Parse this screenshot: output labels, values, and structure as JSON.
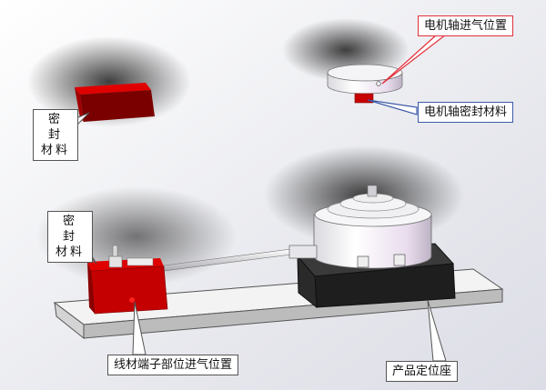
{
  "diagram": {
    "subject": "Motor airtightness test fixture (CAD rendering)",
    "callouts": {
      "motor_shaft_air_inlet": "电机轴进气位置",
      "motor_shaft_seal": "电机轴密封材料",
      "seal_top_left_line1": "密 封",
      "seal_top_left_line2": "材料",
      "seal_left_line1": "密 封",
      "seal_left_line2": "材料",
      "terminal_air_inlet": "线材端子部位进气位置",
      "product_locator": "产品定位座"
    },
    "colors": {
      "seal_red": "#c40000",
      "seal_dark_red": "#7a0000",
      "base_black": "#1e1e1e",
      "callout_red": "#e2303a",
      "callout_blue": "#3b5aa8"
    }
  }
}
